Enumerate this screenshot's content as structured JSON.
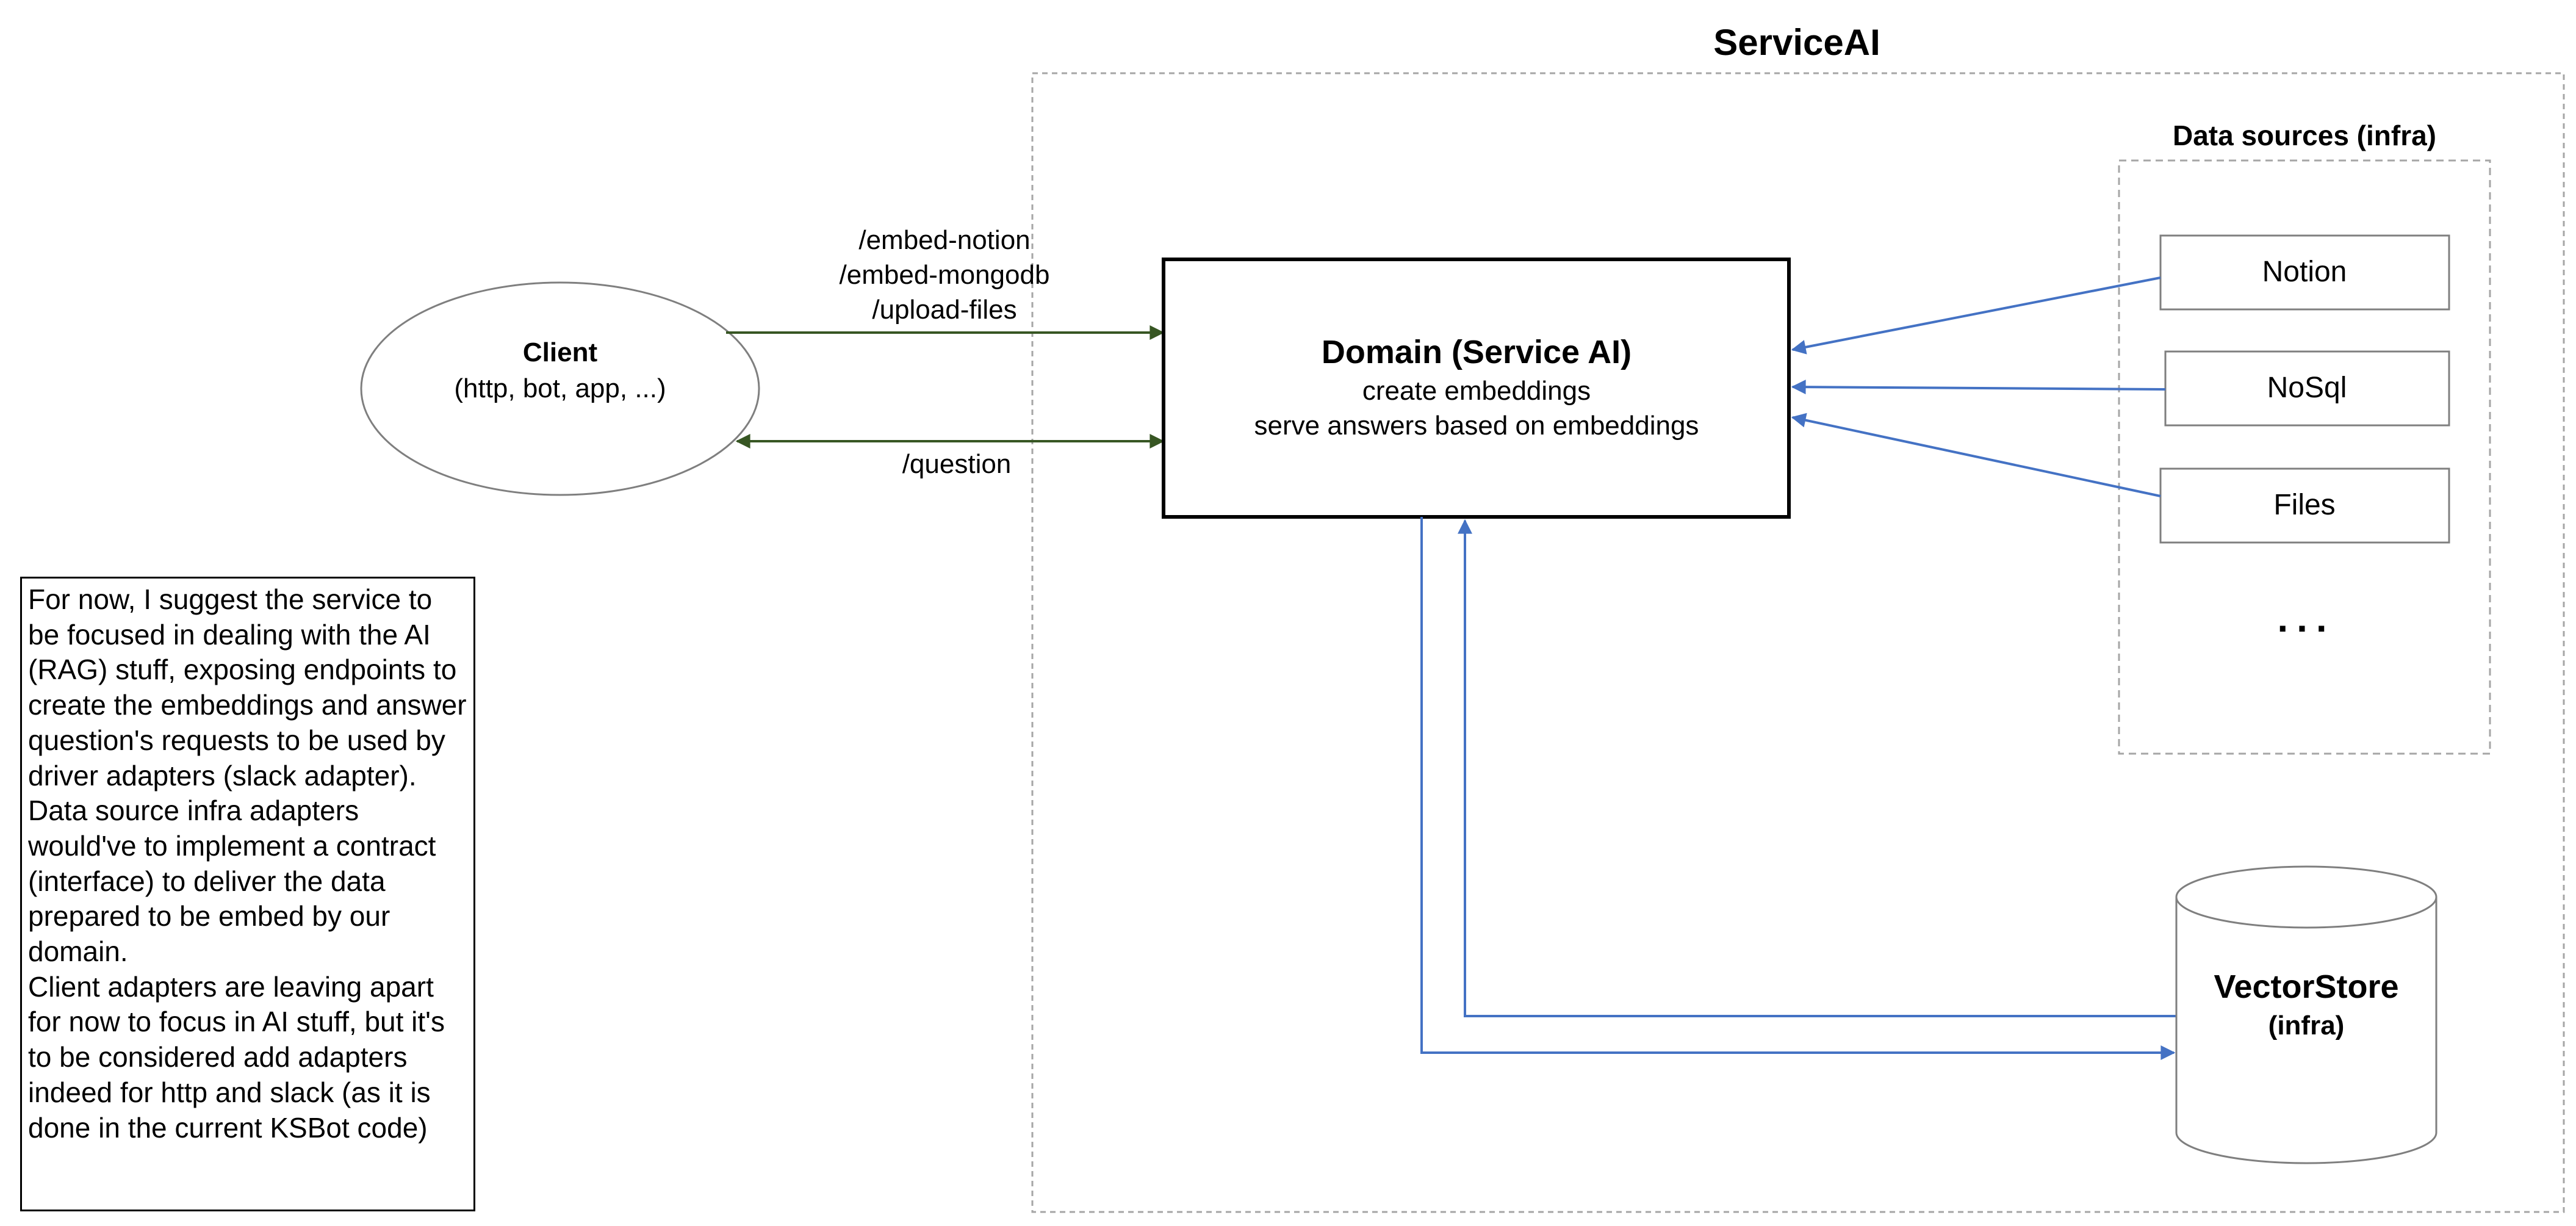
{
  "service": {
    "title": "ServiceAI"
  },
  "data_sources": {
    "title": "Data sources (infra)",
    "items": [
      "Notion",
      "NoSql",
      "Files"
    ],
    "more": "..."
  },
  "client": {
    "title": "Client",
    "subtitle": "(http, bot, app, ...)"
  },
  "endpoints": {
    "embed_notion": "/embed-notion",
    "embed_mongodb": "/embed-mongodb",
    "upload_files": "/upload-files",
    "question": "/question"
  },
  "domain": {
    "title": "Domain (Service AI)",
    "line1": "create embeddings",
    "line2": "serve answers based on embeddings"
  },
  "vector_store": {
    "title": "VectorStore",
    "subtitle": "(infra)"
  },
  "note": {
    "text": "For now, I suggest the service to be focused in dealing with the AI (RAG) stuff, exposing endpoints to create the embeddings and answer question's requests to be used by driver adapters (slack adapter).\nData source infra adapters would've to implement a contract (interface) to deliver the data prepared to be embed by our domain.\nClient adapters are leaving apart for now to focus in AI stuff, but it's to be considered add adapters indeed for http and slack (as it is done in the current KSBot code)"
  },
  "colors": {
    "green_arrow": "#375623",
    "blue_arrow": "#4472C4",
    "dashed_border": "#A6A6A6",
    "box_border": "#7F7F7F"
  }
}
